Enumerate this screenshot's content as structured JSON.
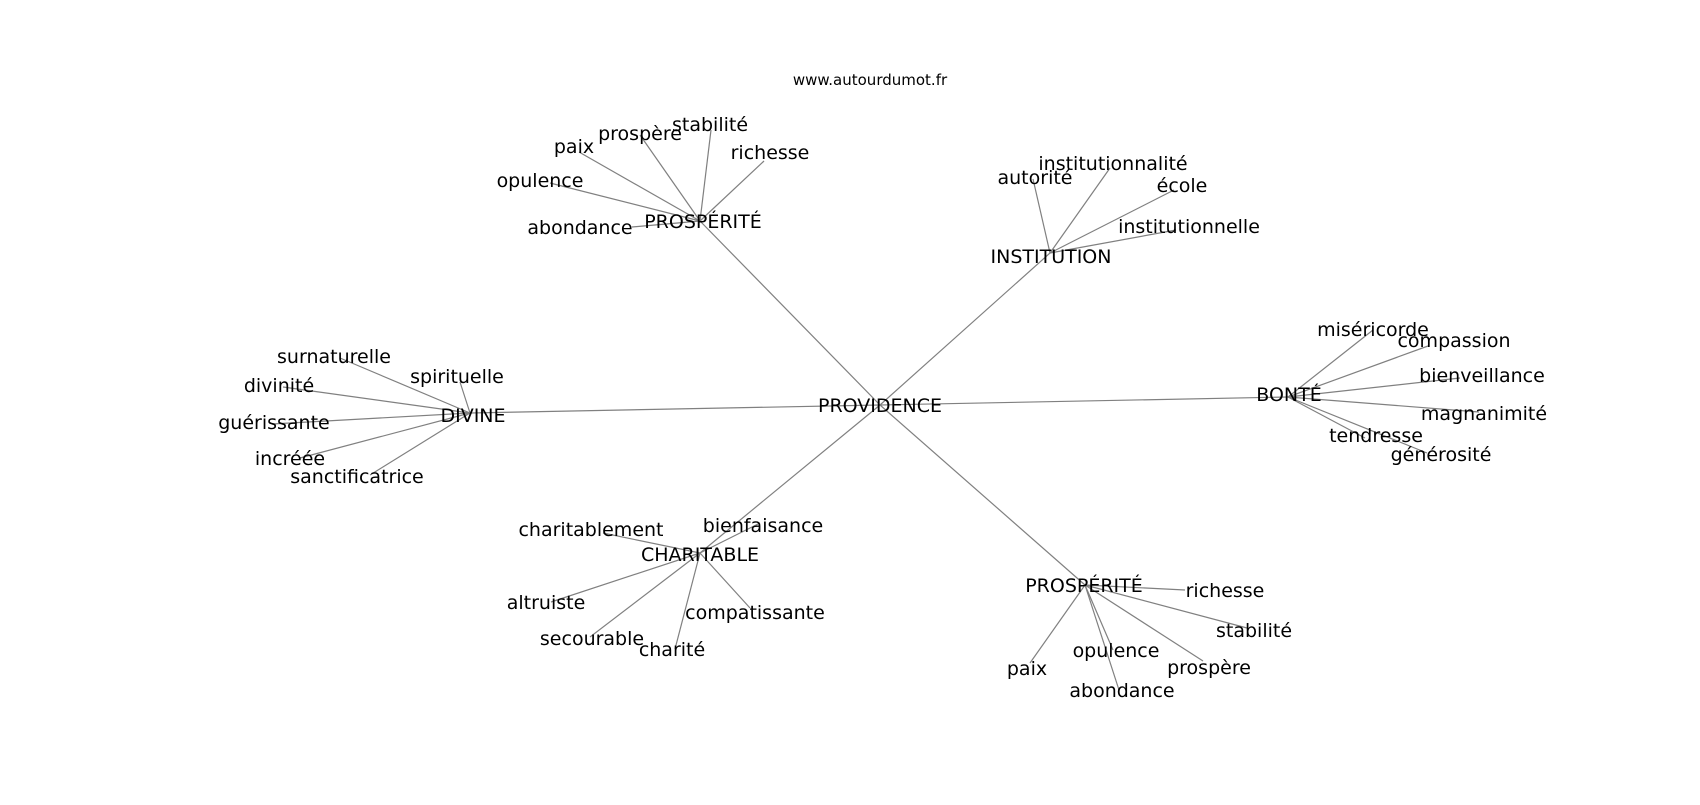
{
  "source": "www.autourdumot.fr",
  "center": {
    "id": "center",
    "label": "PROVIDENCE"
  },
  "colors": {
    "edge": "#808080",
    "text": "#000000",
    "background": "#ffffff"
  },
  "nodes": [
    {
      "id": "hub-prosperite-top",
      "label": "PROSPÉRITÉ",
      "parent": "center"
    },
    {
      "id": "pt-paix",
      "label": "paix",
      "parent": "hub-prosperite-top"
    },
    {
      "id": "pt-prospere",
      "label": "prospère",
      "parent": "hub-prosperite-top"
    },
    {
      "id": "pt-stabilite",
      "label": "stabilité",
      "parent": "hub-prosperite-top"
    },
    {
      "id": "pt-richesse",
      "label": "richesse",
      "parent": "hub-prosperite-top"
    },
    {
      "id": "pt-opulence",
      "label": "opulence",
      "parent": "hub-prosperite-top"
    },
    {
      "id": "pt-abondance",
      "label": "abondance",
      "parent": "hub-prosperite-top"
    },
    {
      "id": "hub-institution",
      "label": "INSTITUTION",
      "parent": "center"
    },
    {
      "id": "in-autorite",
      "label": "autorité",
      "parent": "hub-institution"
    },
    {
      "id": "in-institutionnalite",
      "label": "institutionnalité",
      "parent": "hub-institution"
    },
    {
      "id": "in-ecole",
      "label": "école",
      "parent": "hub-institution"
    },
    {
      "id": "in-institutionnelle",
      "label": "institutionnelle",
      "parent": "hub-institution"
    },
    {
      "id": "hub-divine",
      "label": "DIVINE",
      "parent": "center"
    },
    {
      "id": "dv-surnaturelle",
      "label": "surnaturelle",
      "parent": "hub-divine"
    },
    {
      "id": "dv-divinite",
      "label": "divinité",
      "parent": "hub-divine"
    },
    {
      "id": "dv-spirituelle",
      "label": "spirituelle",
      "parent": "hub-divine"
    },
    {
      "id": "dv-guerissante",
      "label": "guérissante",
      "parent": "hub-divine"
    },
    {
      "id": "dv-incree",
      "label": "incréée",
      "parent": "hub-divine"
    },
    {
      "id": "dv-sanctificatrice",
      "label": "sanctificatrice",
      "parent": "hub-divine"
    },
    {
      "id": "hub-bonte",
      "label": "BONTÉ",
      "parent": "center"
    },
    {
      "id": "bo-misericorde",
      "label": "miséricorde",
      "parent": "hub-bonte"
    },
    {
      "id": "bo-compassion",
      "label": "compassion",
      "parent": "hub-bonte"
    },
    {
      "id": "bo-bienveillance",
      "label": "bienveillance",
      "parent": "hub-bonte"
    },
    {
      "id": "bo-magnanimite",
      "label": "magnanimité",
      "parent": "hub-bonte"
    },
    {
      "id": "bo-tendresse",
      "label": "tendresse",
      "parent": "hub-bonte"
    },
    {
      "id": "bo-generosite",
      "label": "générosité",
      "parent": "hub-bonte"
    },
    {
      "id": "hub-charitable",
      "label": "CHARITABLE",
      "parent": "center"
    },
    {
      "id": "ch-charitablement",
      "label": "charitablement",
      "parent": "hub-charitable"
    },
    {
      "id": "ch-bienfaisance",
      "label": "bienfaisance",
      "parent": "hub-charitable"
    },
    {
      "id": "ch-altruiste",
      "label": "altruiste",
      "parent": "hub-charitable"
    },
    {
      "id": "ch-secourable",
      "label": "secourable",
      "parent": "hub-charitable"
    },
    {
      "id": "ch-charite",
      "label": "charité",
      "parent": "hub-charitable"
    },
    {
      "id": "ch-compatissante",
      "label": "compatissante",
      "parent": "hub-charitable"
    },
    {
      "id": "hub-prosperite-bottom",
      "label": "PROSPÉRITÉ",
      "parent": "center"
    },
    {
      "id": "pb-richesse",
      "label": "richesse",
      "parent": "hub-prosperite-bottom"
    },
    {
      "id": "pb-stabilite",
      "label": "stabilité",
      "parent": "hub-prosperite-bottom"
    },
    {
      "id": "pb-paix",
      "label": "paix",
      "parent": "hub-prosperite-bottom"
    },
    {
      "id": "pb-opulence",
      "label": "opulence",
      "parent": "hub-prosperite-bottom"
    },
    {
      "id": "pb-prospere",
      "label": "prospère",
      "parent": "hub-prosperite-bottom"
    },
    {
      "id": "pb-abondance",
      "label": "abondance",
      "parent": "hub-prosperite-bottom"
    }
  ]
}
